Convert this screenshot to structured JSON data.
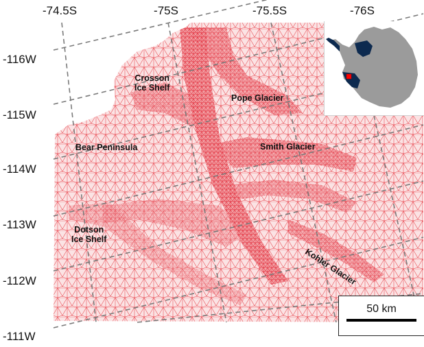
{
  "map": {
    "top_axis_labels": [
      "-74.5S",
      "-75S",
      "-75.5S",
      "-76S"
    ],
    "left_axis_labels": [
      "-116W",
      "-115W",
      "-114W",
      "-113W",
      "-112W",
      "-111W"
    ],
    "places": {
      "crosson": [
        "Crosson",
        "Ice Shelf"
      ],
      "pope": "Pope Glacier",
      "bear": "Bear Peninsula",
      "smith": "Smith Glacier",
      "dotson": [
        "Dotson",
        "Ice Shelf"
      ],
      "kohler": "Kohler Glacier"
    },
    "scale_bar": {
      "label": "50 km"
    },
    "colors": {
      "mesh": "#e8434b",
      "mesh_dense": "#e02030",
      "mesh_background": "#fbe3e4",
      "grid_lines": "#7a7a7a",
      "inset_land": "#9b9b9b",
      "inset_ocean_shelf": "#0d2a4f",
      "inset_marker": "#ff0000"
    }
  }
}
